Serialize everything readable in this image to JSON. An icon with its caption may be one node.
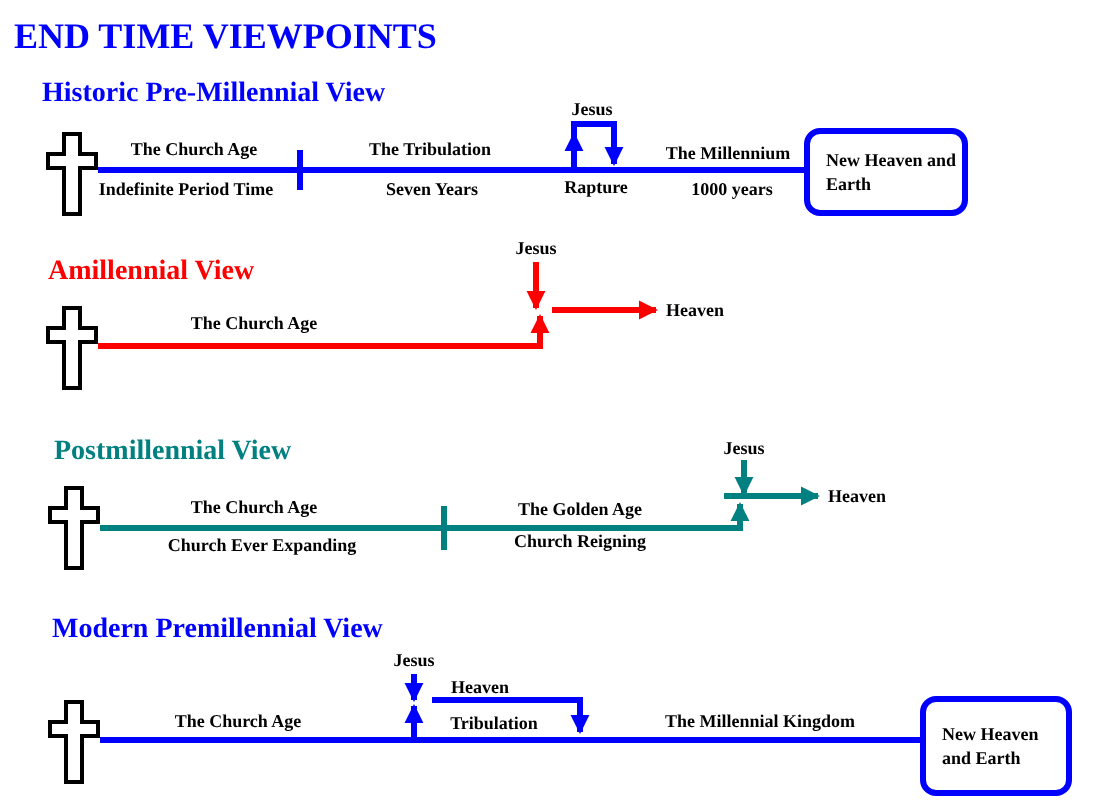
{
  "diagram": {
    "title": "END TIME VIEWPOINTS",
    "nodes": [
      {
        "text": [],
        "shape": "cross"
      },
      {
        "text": [
          "New Heaven and Earth"
        ]
      },
      {
        "text": [],
        "shape": "cross"
      },
      {
        "text": [
          "Jesus"
        ]
      },
      {
        "text": [
          "Heaven"
        ]
      },
      {
        "text": [],
        "shape": "cross"
      },
      {
        "text": [
          "Jesus"
        ]
      },
      {
        "text": [
          "Heaven"
        ]
      },
      {
        "text": [],
        "shape": "cross"
      },
      {
        "text": [
          "Jesus"
        ]
      },
      {
        "text": [
          "New Heaven and Earth"
        ]
      }
    ],
    "edges": [
      {
        "from": 0,
        "to": 1,
        "arrow": "none",
        "color": "#0000ff"
      },
      {
        "from": 2,
        "to": 3,
        "arrow": "to",
        "color": "#ff0000"
      },
      {
        "from": 3,
        "to": 4,
        "arrow": "to",
        "color": "#ff0000"
      },
      {
        "from": 5,
        "to": 6,
        "arrow": "to",
        "color": "#008080"
      },
      {
        "from": 6,
        "to": 7,
        "arrow": "to",
        "color": "#008080"
      },
      {
        "from": 8,
        "to": 10,
        "arrow": "none",
        "color": "#0000ff"
      },
      {
        "from": 8,
        "to": 9,
        "arrow": "to",
        "color": "#0000ff"
      }
    ],
    "labels": [
      "Historic Pre-Millennial View",
      "Jesus",
      "The Church Age",
      "The Tribulation",
      "The Millennium",
      "Indefinite Period Time",
      "Seven Years",
      "Rapture",
      "1000 years",
      "Amillennial View",
      "The Church Age",
      "Postmillennial View",
      "The Church Age",
      "The Golden Age",
      "Church Ever Expanding",
      "Church Reigning",
      "Modern Premillennial View",
      "Heaven",
      "The Church Age",
      "Tribulation",
      "The Millennial Kingdom"
    ]
  }
}
